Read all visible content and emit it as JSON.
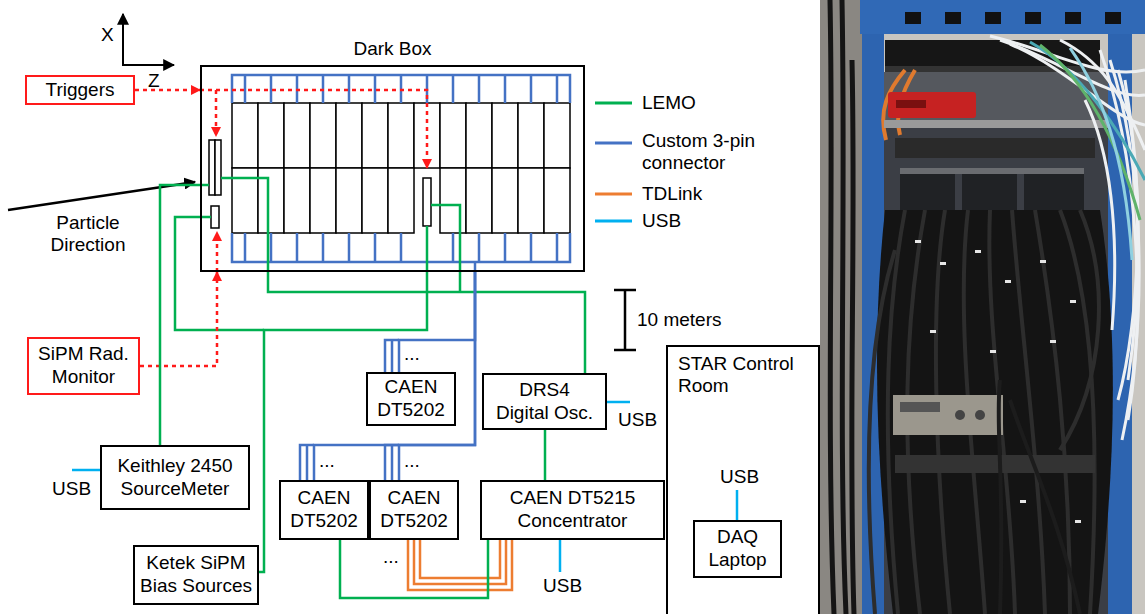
{
  "diagram": {
    "nodes": [
      {
        "text": [
          "Dark Box"
        ]
      },
      {
        "text": [
          "Triggers"
        ]
      },
      {
        "text": [
          "SiPM Rad. Monitor"
        ]
      },
      {
        "text": [
          "CAEN DT5202"
        ]
      },
      {
        "text": [
          "DRS4 Digital Osc."
        ]
      },
      {
        "text": [
          "Keithley 2450 SourceMeter"
        ]
      },
      {
        "text": [
          "CAEN DT5202"
        ]
      },
      {
        "text": [
          "CAEN DT5202"
        ]
      },
      {
        "text": [
          "CAEN DT5215 Concentrator"
        ]
      },
      {
        "text": [
          "Ketek SiPM Bias Sources"
        ]
      },
      {
        "text": [
          "STAR Control Room"
        ]
      },
      {
        "text": [
          "DAQ Laptop"
        ],
        "in": 10
      }
    ],
    "edges": [
      {
        "from": 1,
        "to": 0,
        "arrow": "to"
      },
      {
        "from": 2,
        "to": 0,
        "arrow": "to"
      },
      {
        "from": 5,
        "to": 0,
        "arrow": "none"
      },
      {
        "from": 9,
        "to": 0,
        "arrow": "none"
      },
      {
        "from": 0,
        "to": 4,
        "arrow": "none"
      },
      {
        "from": 8,
        "to": 4,
        "arrow": "none"
      },
      {
        "from": 0,
        "to": 3,
        "arrow": "none"
      },
      {
        "from": 0,
        "to": 6,
        "arrow": "none"
      },
      {
        "from": 0,
        "to": 7,
        "arrow": "none"
      },
      {
        "from": 8,
        "to": 7,
        "arrow": "none"
      },
      {
        "from": 8,
        "to": 6,
        "arrow": "none"
      }
    ],
    "labels": [
      "X",
      "Z",
      "Particle Direction",
      "10 meters",
      "...",
      "USB",
      "USB",
      "...",
      "...",
      "...",
      "USB",
      "USB"
    ],
    "legend": [
      {
        "text": "LEMO"
      },
      {
        "text": "Custom 3-pin connector"
      },
      {
        "text": "TDLink"
      },
      {
        "text": "USB"
      }
    ]
  }
}
